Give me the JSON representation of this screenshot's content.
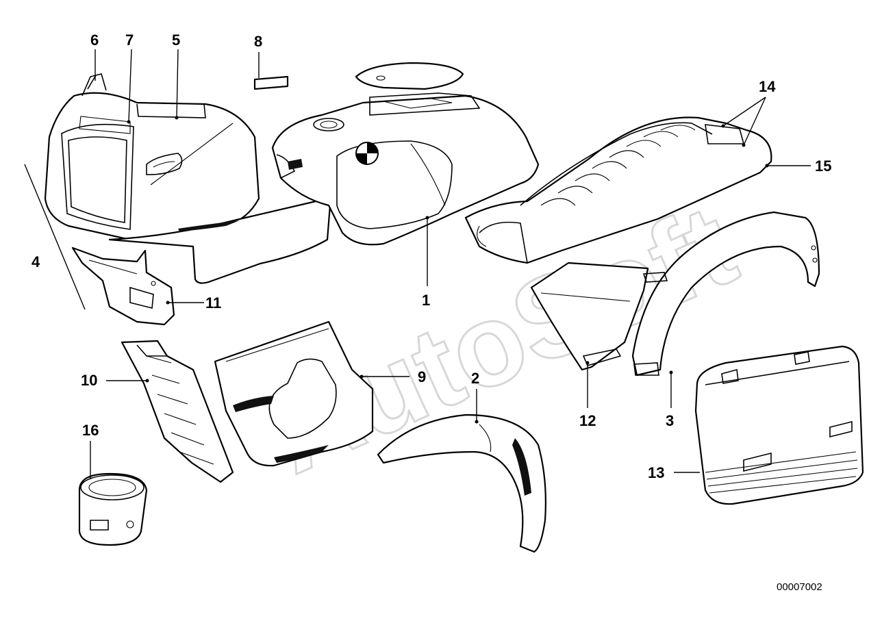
{
  "diagram": {
    "document_number": "00007002",
    "watermark": "AutoSoft",
    "callouts": [
      {
        "id": "c1",
        "label": "1"
      },
      {
        "id": "c2",
        "label": "2"
      },
      {
        "id": "c3",
        "label": "3"
      },
      {
        "id": "c4",
        "label": "4"
      },
      {
        "id": "c5",
        "label": "5"
      },
      {
        "id": "c6",
        "label": "6"
      },
      {
        "id": "c7",
        "label": "7"
      },
      {
        "id": "c8",
        "label": "8"
      },
      {
        "id": "c9",
        "label": "9"
      },
      {
        "id": "c10",
        "label": "10"
      },
      {
        "id": "c11",
        "label": "11"
      },
      {
        "id": "c12",
        "label": "12"
      },
      {
        "id": "c13",
        "label": "13"
      },
      {
        "id": "c14",
        "label": "14"
      },
      {
        "id": "c15",
        "label": "15"
      },
      {
        "id": "c16",
        "label": "16"
      }
    ]
  }
}
